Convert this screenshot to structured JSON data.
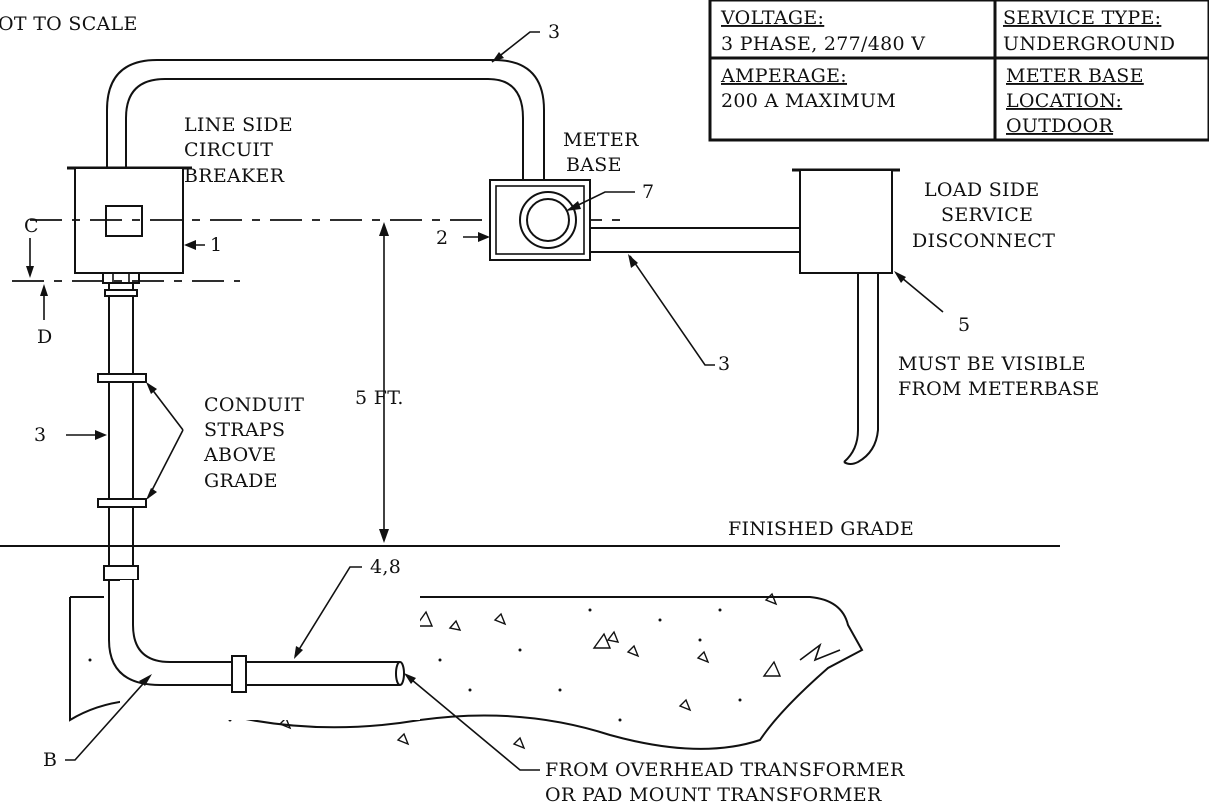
{
  "note_scale": "OT TO SCALE",
  "info_table": {
    "voltage_head": "VOLTAGE:",
    "voltage_value": "3 PHASE, 277/480 V",
    "service_type_head": "SERVICE TYPE:",
    "service_type_value": "UNDERGROUND",
    "amperage_head": "AMPERAGE:",
    "amperage_value": "200 A MAXIMUM",
    "meter_loc_head_1": "METER BASE",
    "meter_loc_head_2": "LOCATION:",
    "meter_loc_value": "OUTDOOR"
  },
  "labels": {
    "line_side_1": "LINE SIDE",
    "line_side_2": "CIRCUIT",
    "line_side_3": "BREAKER",
    "meter_base_1": "METER",
    "meter_base_2": "BASE",
    "load_side_1": "LOAD SIDE",
    "load_side_2": "SERVICE",
    "load_side_3": "DISCONNECT",
    "must_visible_1": "MUST BE VISIBLE",
    "must_visible_2": "FROM METERBASE",
    "conduit_1": "CONDUIT",
    "conduit_2": "STRAPS",
    "conduit_3": "ABOVE",
    "conduit_4": "GRADE",
    "height": "5 FT.",
    "finished_grade": "FINISHED GRADE",
    "from_transformer_1": "FROM OVERHEAD TRANSFORMER",
    "from_transformer_2": "OR PAD MOUNT TRANSFORMER"
  },
  "callouts": {
    "top_conduit": "3",
    "breaker": "1",
    "meter_left": "2",
    "meter_ring": "7",
    "horizontal_conduit": "3",
    "disconnect": "5",
    "vertical_conduit": "3",
    "underground_conduit": "4,8",
    "elbow": "B",
    "dim_c": "C",
    "dim_d": "D"
  }
}
